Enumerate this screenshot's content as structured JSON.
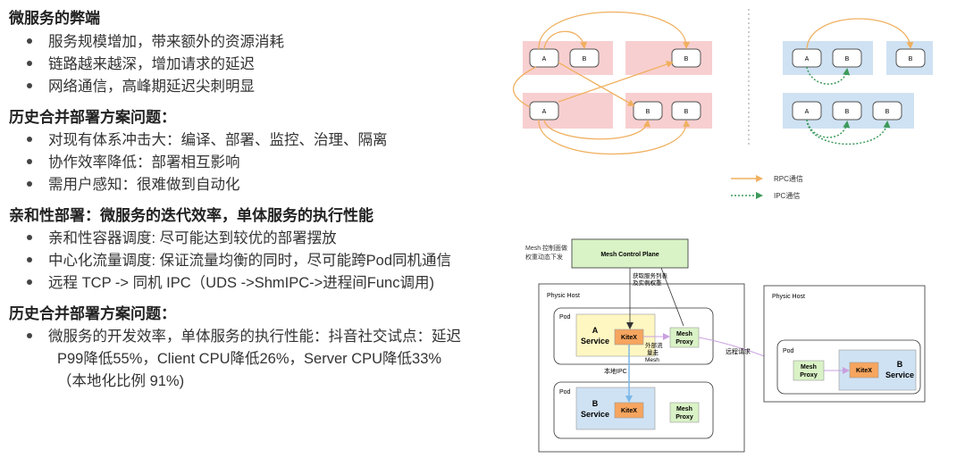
{
  "sections": [
    {
      "title": "微服务的弊端",
      "bullets": [
        "服务规模增加，带来额外的资源消耗",
        "链路越来越深，增加请求的延迟",
        "网络通信，高峰期延迟尖刺明显"
      ]
    },
    {
      "title": "历史合并部署方案问题：",
      "bullets": [
        "对现有体系冲击大：编译、部署、监控、治理、隔离",
        "协作效率降低：部署相互影响",
        "需用户感知：很难做到自动化"
      ]
    },
    {
      "title": "亲和性部署：微服务的迭代效率，单体服务的执行性能",
      "bullets": [
        "亲和性容器调度: 尽可能达到较优的部署摆放",
        "中心化流量调度: 保证流量均衡的同时，尽可能跨Pod同机通信",
        "远程 TCP -> 同机 IPC（UDS ->ShmIPC->进程间Func调用)"
      ]
    },
    {
      "title": "历史合并部署方案问题：",
      "bullets": [
        "微服务的开发效率，单体服务的执行性能：抖音社交试点：延迟"
      ],
      "continuation": [
        "P99降低55%，Client CPU降低26%，Server CPU降低33%",
        "（本地化比例 91%)"
      ]
    }
  ],
  "top_diagram": {
    "node_a": "A",
    "node_b": "B",
    "legend_rpc": "RPC通信",
    "legend_ipc": "IPC通信",
    "colors": {
      "pink_box": "#f8cfd0",
      "blue_box": "#cfe2f3",
      "rpc_arrow": "#f0b060",
      "ipc_arrow": "#3d9a5a"
    }
  },
  "bottom_diagram": {
    "control_plane": "Mesh Control Plane",
    "control_note_line1": "Mesh 控制面做",
    "control_note_line2": "权重动态下发",
    "fetch_note_line1": "获取服务列表",
    "fetch_note_line2": "及实例权重",
    "physic_host": "Physic Host",
    "pod": "Pod",
    "service_a_line1": "A",
    "service_a_line2": "Service",
    "service_b_line1": "B",
    "service_b_line2": "Service",
    "kitex": "KiteX",
    "mesh_proxy_line1": "Mesh",
    "mesh_proxy_line2": "Proxy",
    "outbound_note_line1": "外部流",
    "outbound_note_line2": "量走",
    "outbound_note_line3": "Mesh",
    "local_ipc": "本地IPC",
    "remote_request": "远程请求",
    "colors": {
      "green": "#d9f2c6",
      "yellow": "#fff7c2",
      "blue": "#cfe2f3",
      "orange": "#f6a55f",
      "ipc": "#7ab8e8",
      "remote": "#d6b8e8"
    }
  }
}
